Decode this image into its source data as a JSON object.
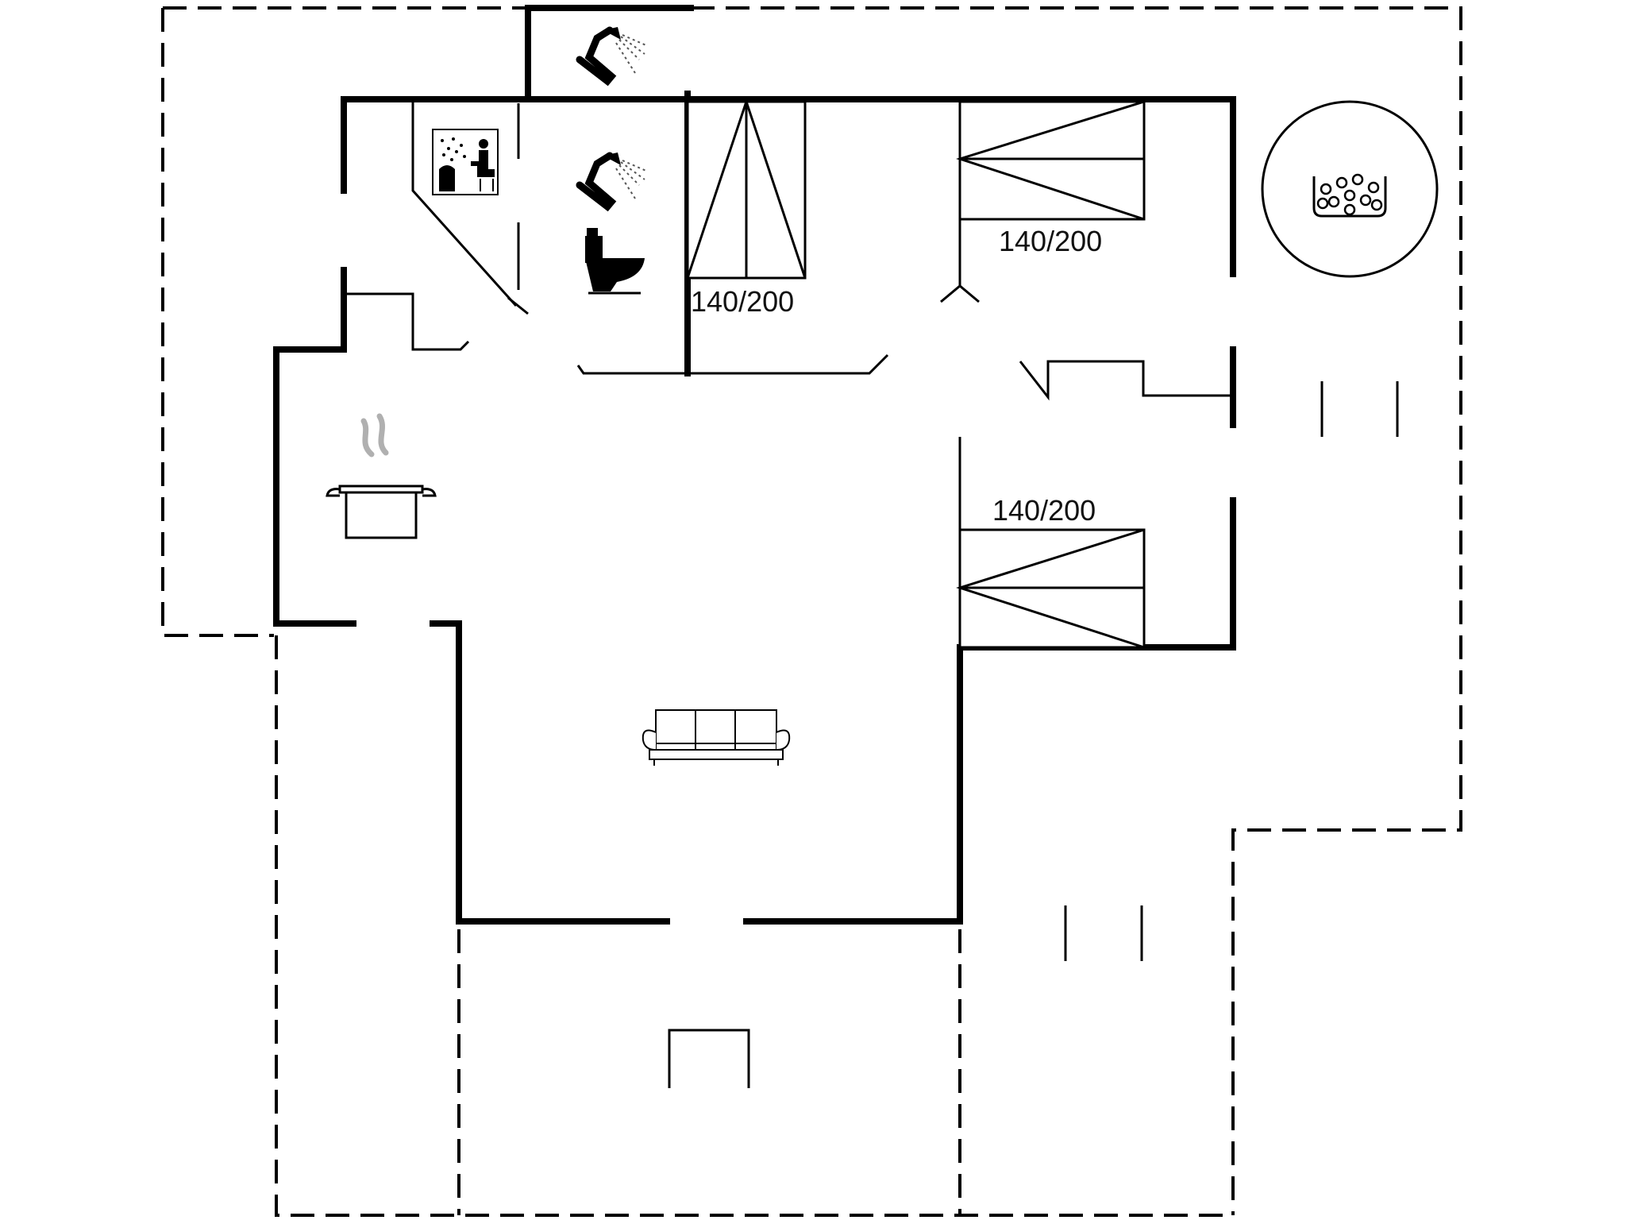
{
  "plan": {
    "bed_labels": [
      "140/200",
      "140/200",
      "140/200"
    ],
    "icons": [
      "shower-icon",
      "shower-icon",
      "toilet-icon",
      "sauna-icon",
      "kitchen-pot-icon",
      "sofa-icon",
      "hot-tub-icon"
    ],
    "colors": {
      "line": "#000000",
      "background": "#ffffff",
      "steam": "#b0b0b0"
    }
  }
}
